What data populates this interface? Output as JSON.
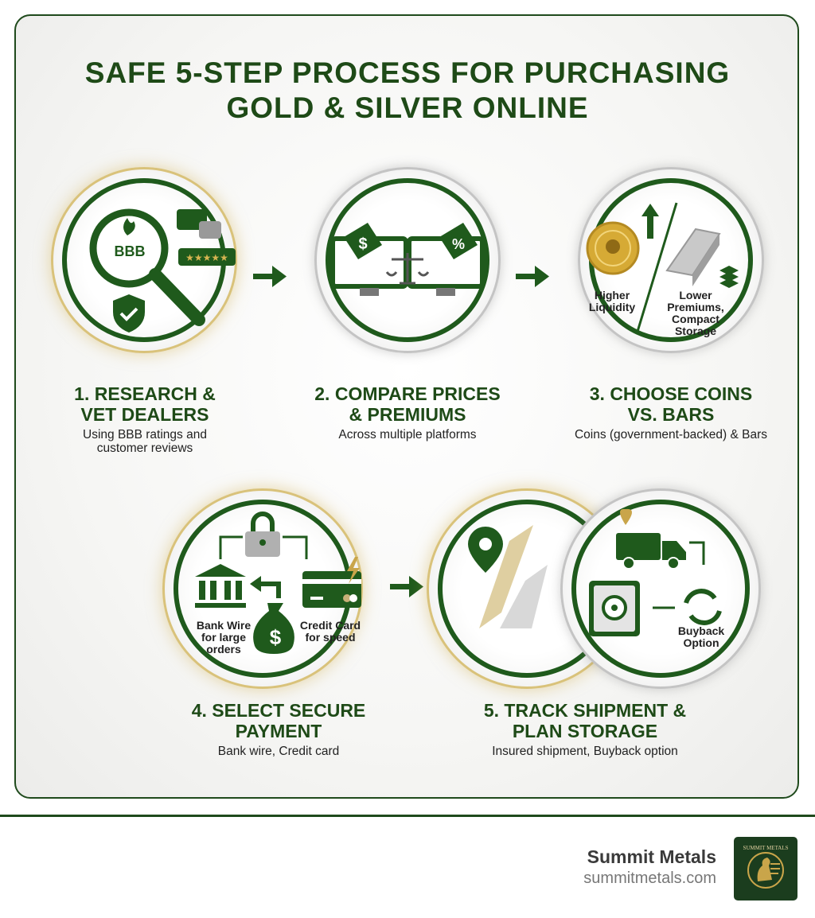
{
  "title": {
    "line1": "SAFE 5-STEP PROCESS FOR PURCHASING",
    "line2": "GOLD & SILVER ONLINE"
  },
  "steps": [
    {
      "title1": "1. RESEARCH &",
      "title2": "VET DEALERS",
      "sub1": "Using BBB ratings and",
      "sub2": "customer reviews",
      "icon_text": "BBB",
      "icons": [
        "magnifier-icon",
        "bbb-logo-icon",
        "chat-bubbles-icon",
        "five-star-rating-icon",
        "shield-check-icon"
      ]
    },
    {
      "title1": "2. COMPARE PRICES",
      "title2": "& PREMIUMS",
      "sub1": "Across multiple platforms",
      "tag1": "$",
      "tag2": "%",
      "icons": [
        "monitor-icon",
        "price-tag-icon",
        "scale-icon"
      ]
    },
    {
      "title1": "3. CHOOSE COINS",
      "title2": "VS. BARS",
      "sub1": "Coins (government-backed) & Bars",
      "left_label1": "Higher",
      "left_label2": "Liquidity",
      "right_label1": "Lower",
      "right_label2": "Premiums,",
      "right_label3": "Compact",
      "right_label4": "Storage",
      "icons": [
        "gold-coin-icon",
        "arrow-up-icon",
        "silver-bar-icon",
        "stack-icon"
      ]
    },
    {
      "title1": "4. SELECT SECURE",
      "title2": "PAYMENT",
      "sub1": "Bank wire, Credit card",
      "bank_label1": "Bank Wire",
      "bank_label2": "for large",
      "bank_label3": "orders",
      "card_label1": "Credit Card",
      "card_label2": "for speed",
      "icons": [
        "padlock-icon",
        "bank-icon",
        "money-bag-icon",
        "credit-card-icon",
        "lightning-icon"
      ]
    },
    {
      "title1": "5. TRACK SHIPMENT &",
      "title2": "PLAN STORAGE",
      "sub1": "Insured shipment, Buyback option",
      "buyback1": "Buyback",
      "buyback2": "Option",
      "icons": [
        "location-pin-icon",
        "truck-icon",
        "safe-icon",
        "refresh-icon"
      ]
    }
  ],
  "footer": {
    "brand": "Summit Metals",
    "url": "summitmetals.com",
    "logo_text": "SUMMIT METALS"
  },
  "colors": {
    "primary_green": "#1f5a1c",
    "title_green": "#1e4a17",
    "gold": "#c9a54a",
    "silver": "#b8b8b8"
  }
}
